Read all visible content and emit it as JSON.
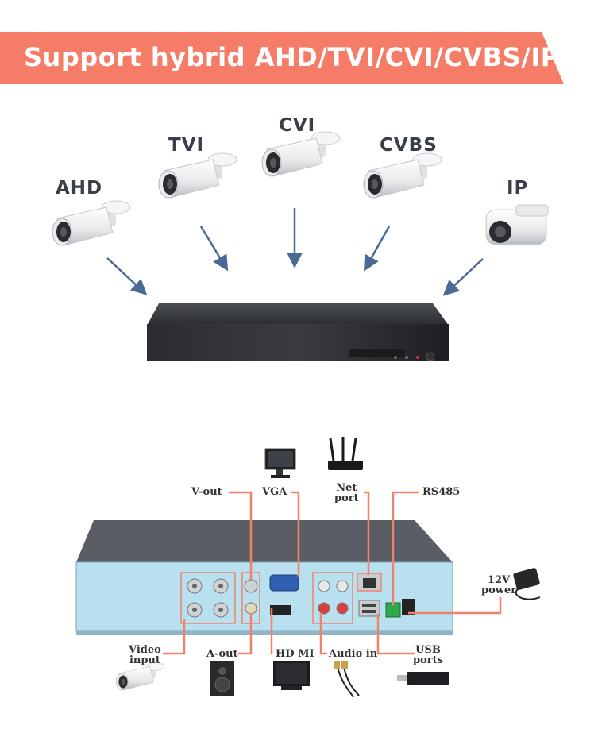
{
  "banner": {
    "title": "Support hybrid AHD/TVI/CVI/CVBS/IP"
  },
  "cameras": [
    {
      "label": "AHD"
    },
    {
      "label": "TVI"
    },
    {
      "label": "CVI"
    },
    {
      "label": "CVBS"
    },
    {
      "label": "IP"
    }
  ],
  "ports": {
    "vout": "V-out",
    "vga": "VGA",
    "net": "Net\nport",
    "rs485": "RS485",
    "power": "12V\npower",
    "video_input": "Video\ninput",
    "aout": "A-out",
    "hdmi": "HD MI",
    "audio_in": "Audio in",
    "usb": "USB\nports"
  },
  "colors": {
    "banner": "#f57d68",
    "arrow": "#4a6a95",
    "connector": "#f0826c",
    "dvr_back": "#b9e0ef"
  }
}
